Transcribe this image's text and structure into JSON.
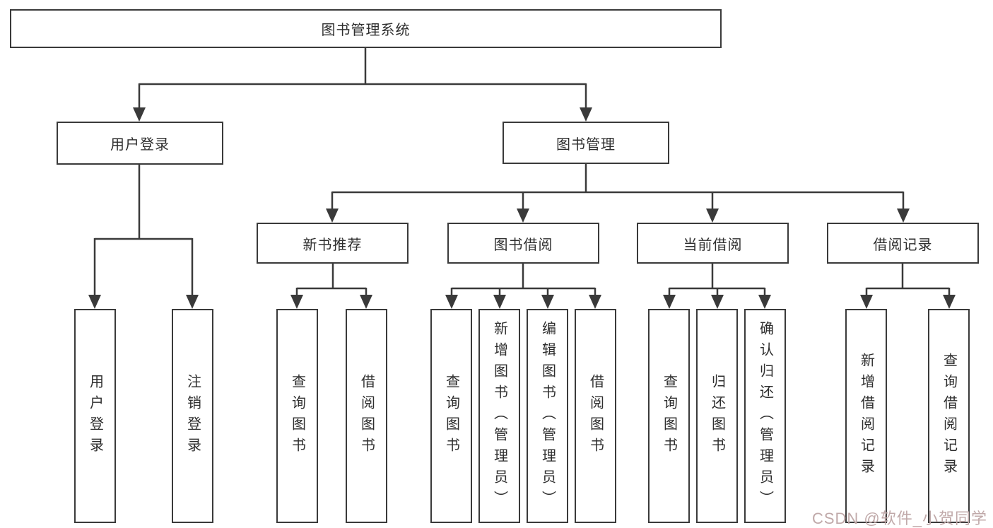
{
  "diagram": {
    "root": {
      "label": "图书管理系统"
    },
    "branches": [
      {
        "label": "用户登录",
        "children": [
          "用户登录",
          "注销登录"
        ]
      },
      {
        "label": "图书管理",
        "groups": [
          {
            "label": "新书推荐",
            "children": [
              "查询图书",
              "借阅图书"
            ]
          },
          {
            "label": "图书借阅",
            "children": [
              "查询图书",
              "新增图书（管理员）",
              "编辑图书（管理员）",
              "借阅图书"
            ]
          },
          {
            "label": "当前借阅",
            "children": [
              "查询图书",
              "归还图书",
              "确认归还（管理员）"
            ]
          },
          {
            "label": "借阅记录",
            "children": [
              "新增借阅记录",
              "查询借阅记录"
            ]
          }
        ]
      }
    ]
  },
  "watermark": {
    "text": "CSDN @软件_小贺同学"
  },
  "colors": {
    "line": "#3a3a3a",
    "box_border": "#3a3a3a",
    "box_background": "#ffffff",
    "text": "#2e2e2e",
    "watermark": "#c0a9a9",
    "page_background": "#ffffff"
  }
}
